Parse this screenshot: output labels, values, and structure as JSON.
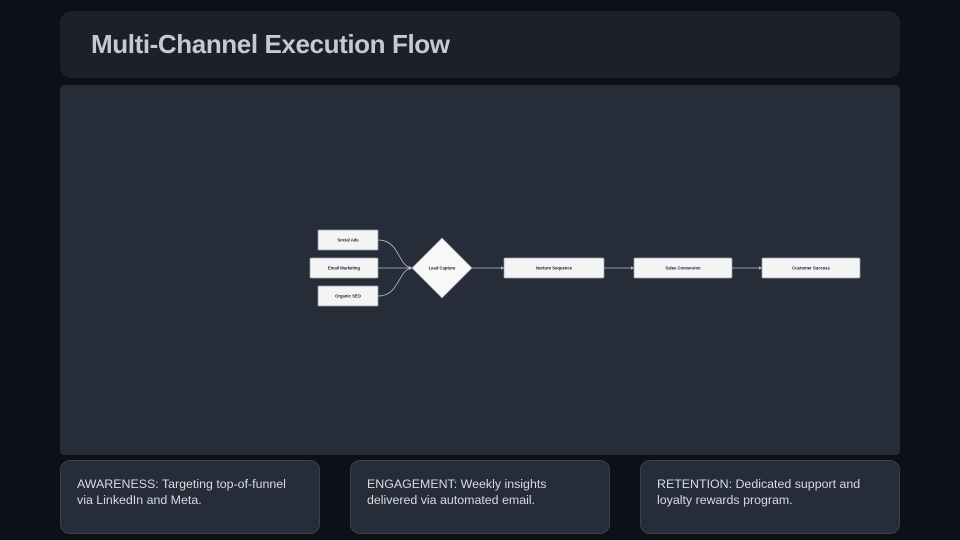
{
  "header": {
    "title": "Multi-Channel Execution Flow"
  },
  "diagram": {
    "nodes": [
      {
        "id": "social-ads",
        "label": "Social Ads",
        "shape": "box"
      },
      {
        "id": "email-marketing",
        "label": "Email Marketing",
        "shape": "box"
      },
      {
        "id": "organic-seo",
        "label": "Organic SEO",
        "shape": "box"
      },
      {
        "id": "lead-capture",
        "label": "Lead Capture",
        "shape": "diamond"
      },
      {
        "id": "nurture-sequence",
        "label": "Nurture Sequence",
        "shape": "box"
      },
      {
        "id": "sales-conversion",
        "label": "Sales Conversion",
        "shape": "box"
      },
      {
        "id": "customer-success",
        "label": "Customer Success",
        "shape": "box"
      }
    ],
    "edges": [
      {
        "from": "social-ads",
        "to": "lead-capture"
      },
      {
        "from": "email-marketing",
        "to": "lead-capture"
      },
      {
        "from": "organic-seo",
        "to": "lead-capture"
      },
      {
        "from": "lead-capture",
        "to": "nurture-sequence"
      },
      {
        "from": "nurture-sequence",
        "to": "sales-conversion"
      },
      {
        "from": "sales-conversion",
        "to": "customer-success"
      }
    ]
  },
  "cards": [
    {
      "id": "awareness",
      "text": "AWARENESS: Targeting top-of-funnel via LinkedIn and Meta."
    },
    {
      "id": "engagement",
      "text": "ENGAGEMENT: Weekly insights delivered via automated email."
    },
    {
      "id": "retention",
      "text": "RETENTION: Dedicated support and loyalty rewards program."
    }
  ],
  "colors": {
    "page_background": "#0d1117",
    "header_panel": "#1b2029",
    "diagram_panel": "#262c38",
    "card_background": "#262c38",
    "card_border": "#39414f",
    "title_text": "#c3cad6",
    "card_text": "#d7dce4",
    "node_fill": "#f4f4f4",
    "node_stroke": "#9aa1ad",
    "node_text": "#20242c",
    "edge_stroke": "#b9bfc9"
  }
}
